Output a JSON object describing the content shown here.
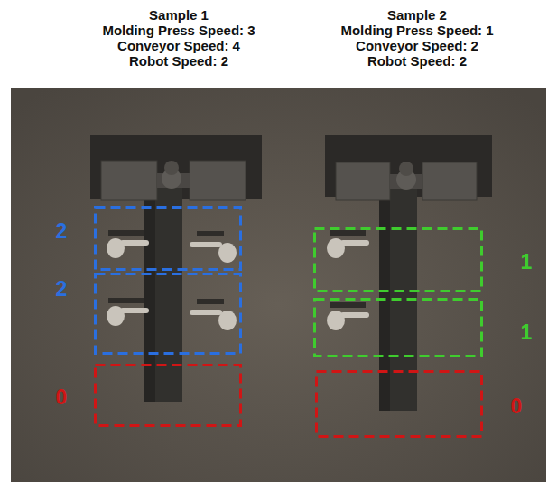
{
  "diagram": {
    "nodes": [
      {
        "text": [
          "2"
        ]
      },
      {
        "text": [
          "2"
        ]
      },
      {
        "text": [
          "0"
        ]
      },
      {
        "text": [
          "1"
        ]
      },
      {
        "text": [
          "1"
        ]
      },
      {
        "text": [
          "0"
        ]
      }
    ],
    "labels": [
      "Sample 1",
      "Molding Press Speed: 3",
      "Conveyor Speed: 4",
      "Robot Speed: 2",
      "Sample 2",
      "Molding Press Speed: 1",
      "Conveyor Speed: 2",
      "Robot Speed: 2"
    ]
  }
}
